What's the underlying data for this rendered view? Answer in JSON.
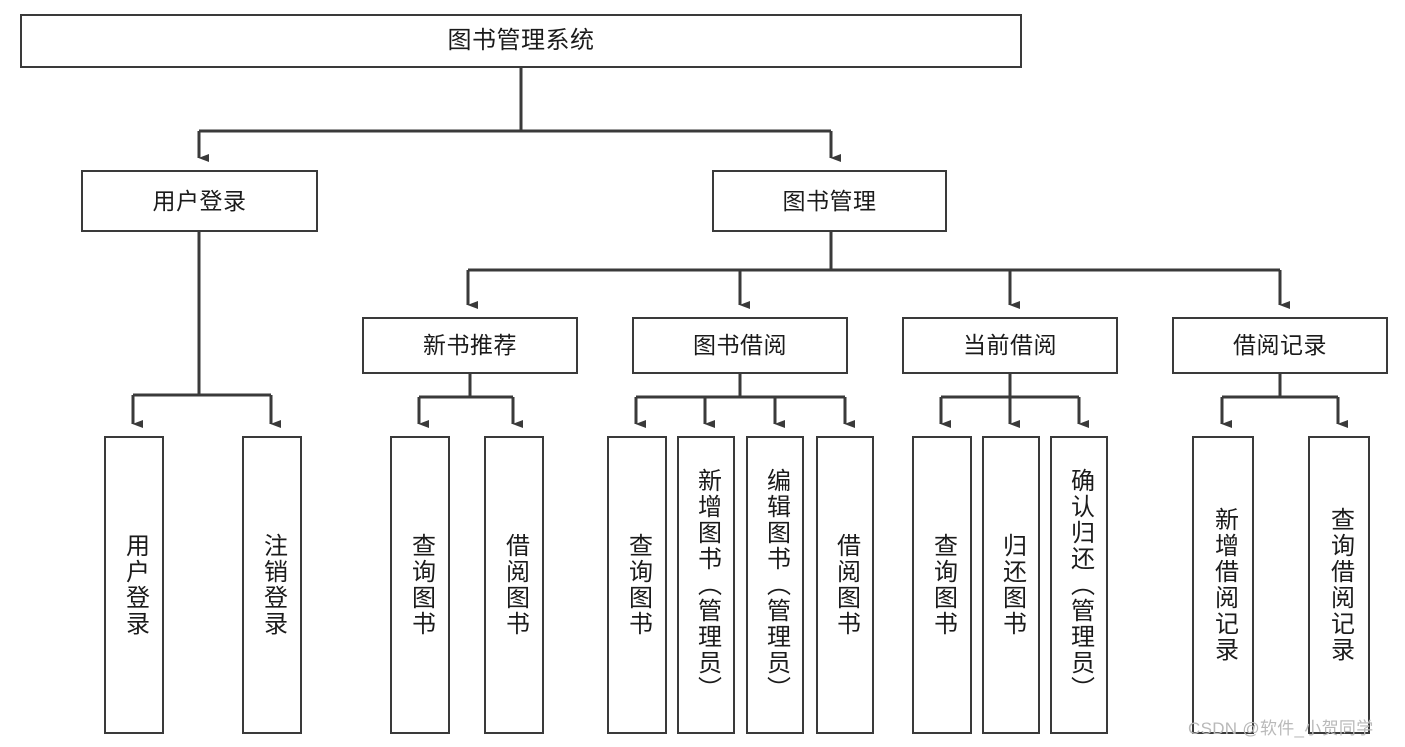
{
  "diagram": {
    "title": "图书管理系统",
    "type": "tree-hierarchy-chart",
    "line_color": "#3a3a3a",
    "box_fill": "#ffffff",
    "text_color": "#1b1b1b",
    "root": {
      "label": "图书管理系统"
    },
    "level2": [
      {
        "label": "用户登录"
      },
      {
        "label": "图书管理"
      }
    ],
    "level3": [
      {
        "label": "新书推荐"
      },
      {
        "label": "图书借阅"
      },
      {
        "label": "当前借阅"
      },
      {
        "label": "借阅记录"
      }
    ],
    "leaves": {
      "user_login": [
        {
          "label": "用户登录"
        },
        {
          "label": "注销登录"
        }
      ],
      "new_book_recommend": [
        {
          "label": "查询图书"
        },
        {
          "label": "借阅图书"
        }
      ],
      "book_borrow": [
        {
          "label": "查询图书"
        },
        {
          "label": "新增图书（管理员）"
        },
        {
          "label": "编辑图书（管理员）"
        },
        {
          "label": "借阅图书"
        }
      ],
      "current_borrow": [
        {
          "label": "查询图书"
        },
        {
          "label": "归还图书"
        },
        {
          "label": "确认归还（管理员）"
        }
      ],
      "borrow_record": [
        {
          "label": "新增借阅记录"
        },
        {
          "label": "查询借阅记录"
        }
      ]
    }
  },
  "watermark": {
    "text": "CSDN @软件_小贺同学"
  }
}
